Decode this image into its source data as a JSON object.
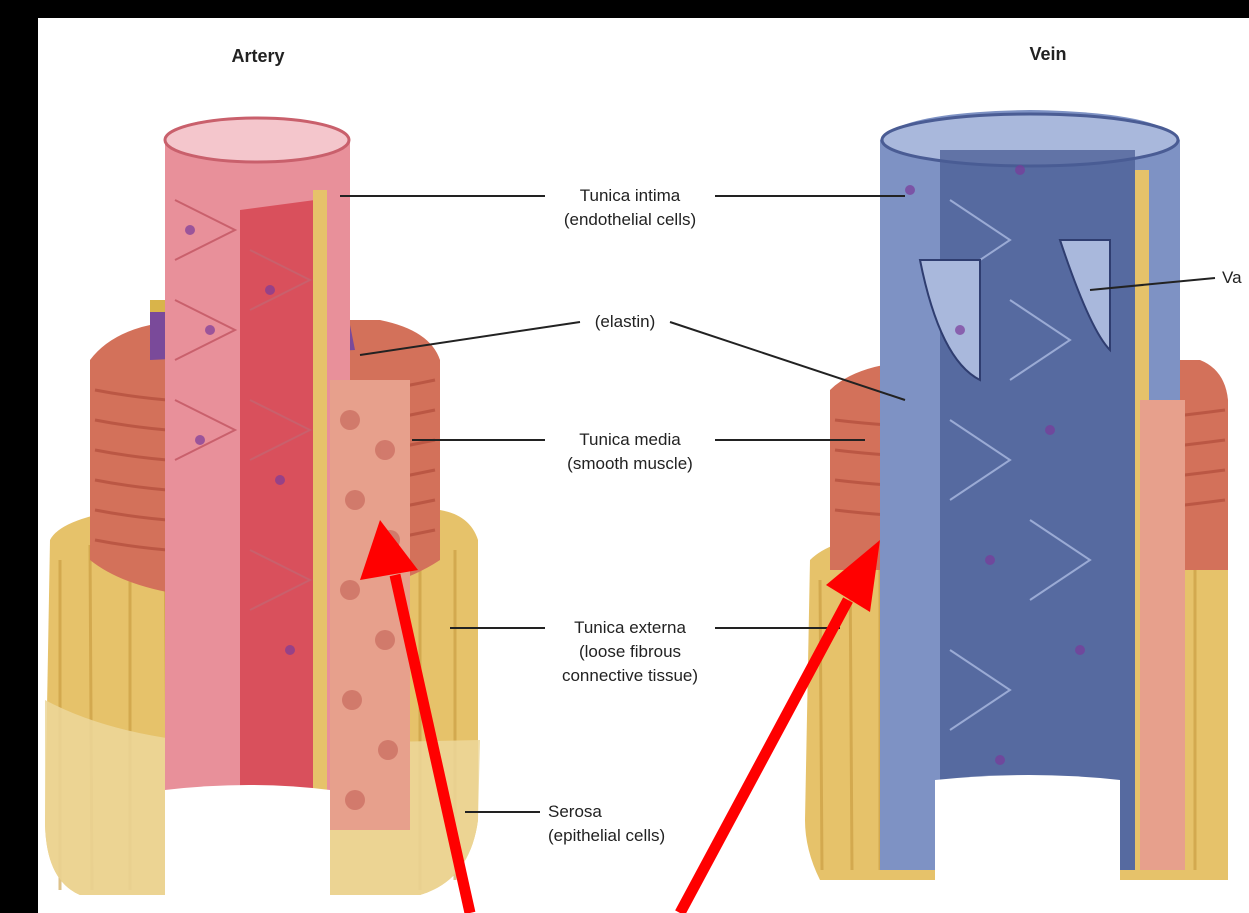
{
  "titles": {
    "artery": "Artery",
    "vein": "Vein"
  },
  "labels": {
    "tunica_intima": "Tunica intima",
    "endothelial_cells": "(endothelial cells)",
    "elastin": "(elastin)",
    "tunica_media": "Tunica media",
    "smooth_muscle": "(smooth muscle)",
    "tunica_externa": "Tunica externa",
    "loose_fibrous": "(loose fibrous",
    "connective_tissue": "connective tissue)",
    "serosa": "Serosa",
    "epithelial_cells": "(epithelial cells)",
    "valve_cut": "Va"
  },
  "colors": {
    "artery_pink": "#e8909a",
    "artery_red": "#d9505c",
    "muscle": "#d3715a",
    "externa_yellow": "#e6c26a",
    "elastin_purple": "#7a4a9a",
    "vein_blue": "#7e92c4",
    "vein_dark": "#4a5c94",
    "arrow_red": "#ff0000",
    "background": "#ffffff",
    "frame": "#000000"
  }
}
